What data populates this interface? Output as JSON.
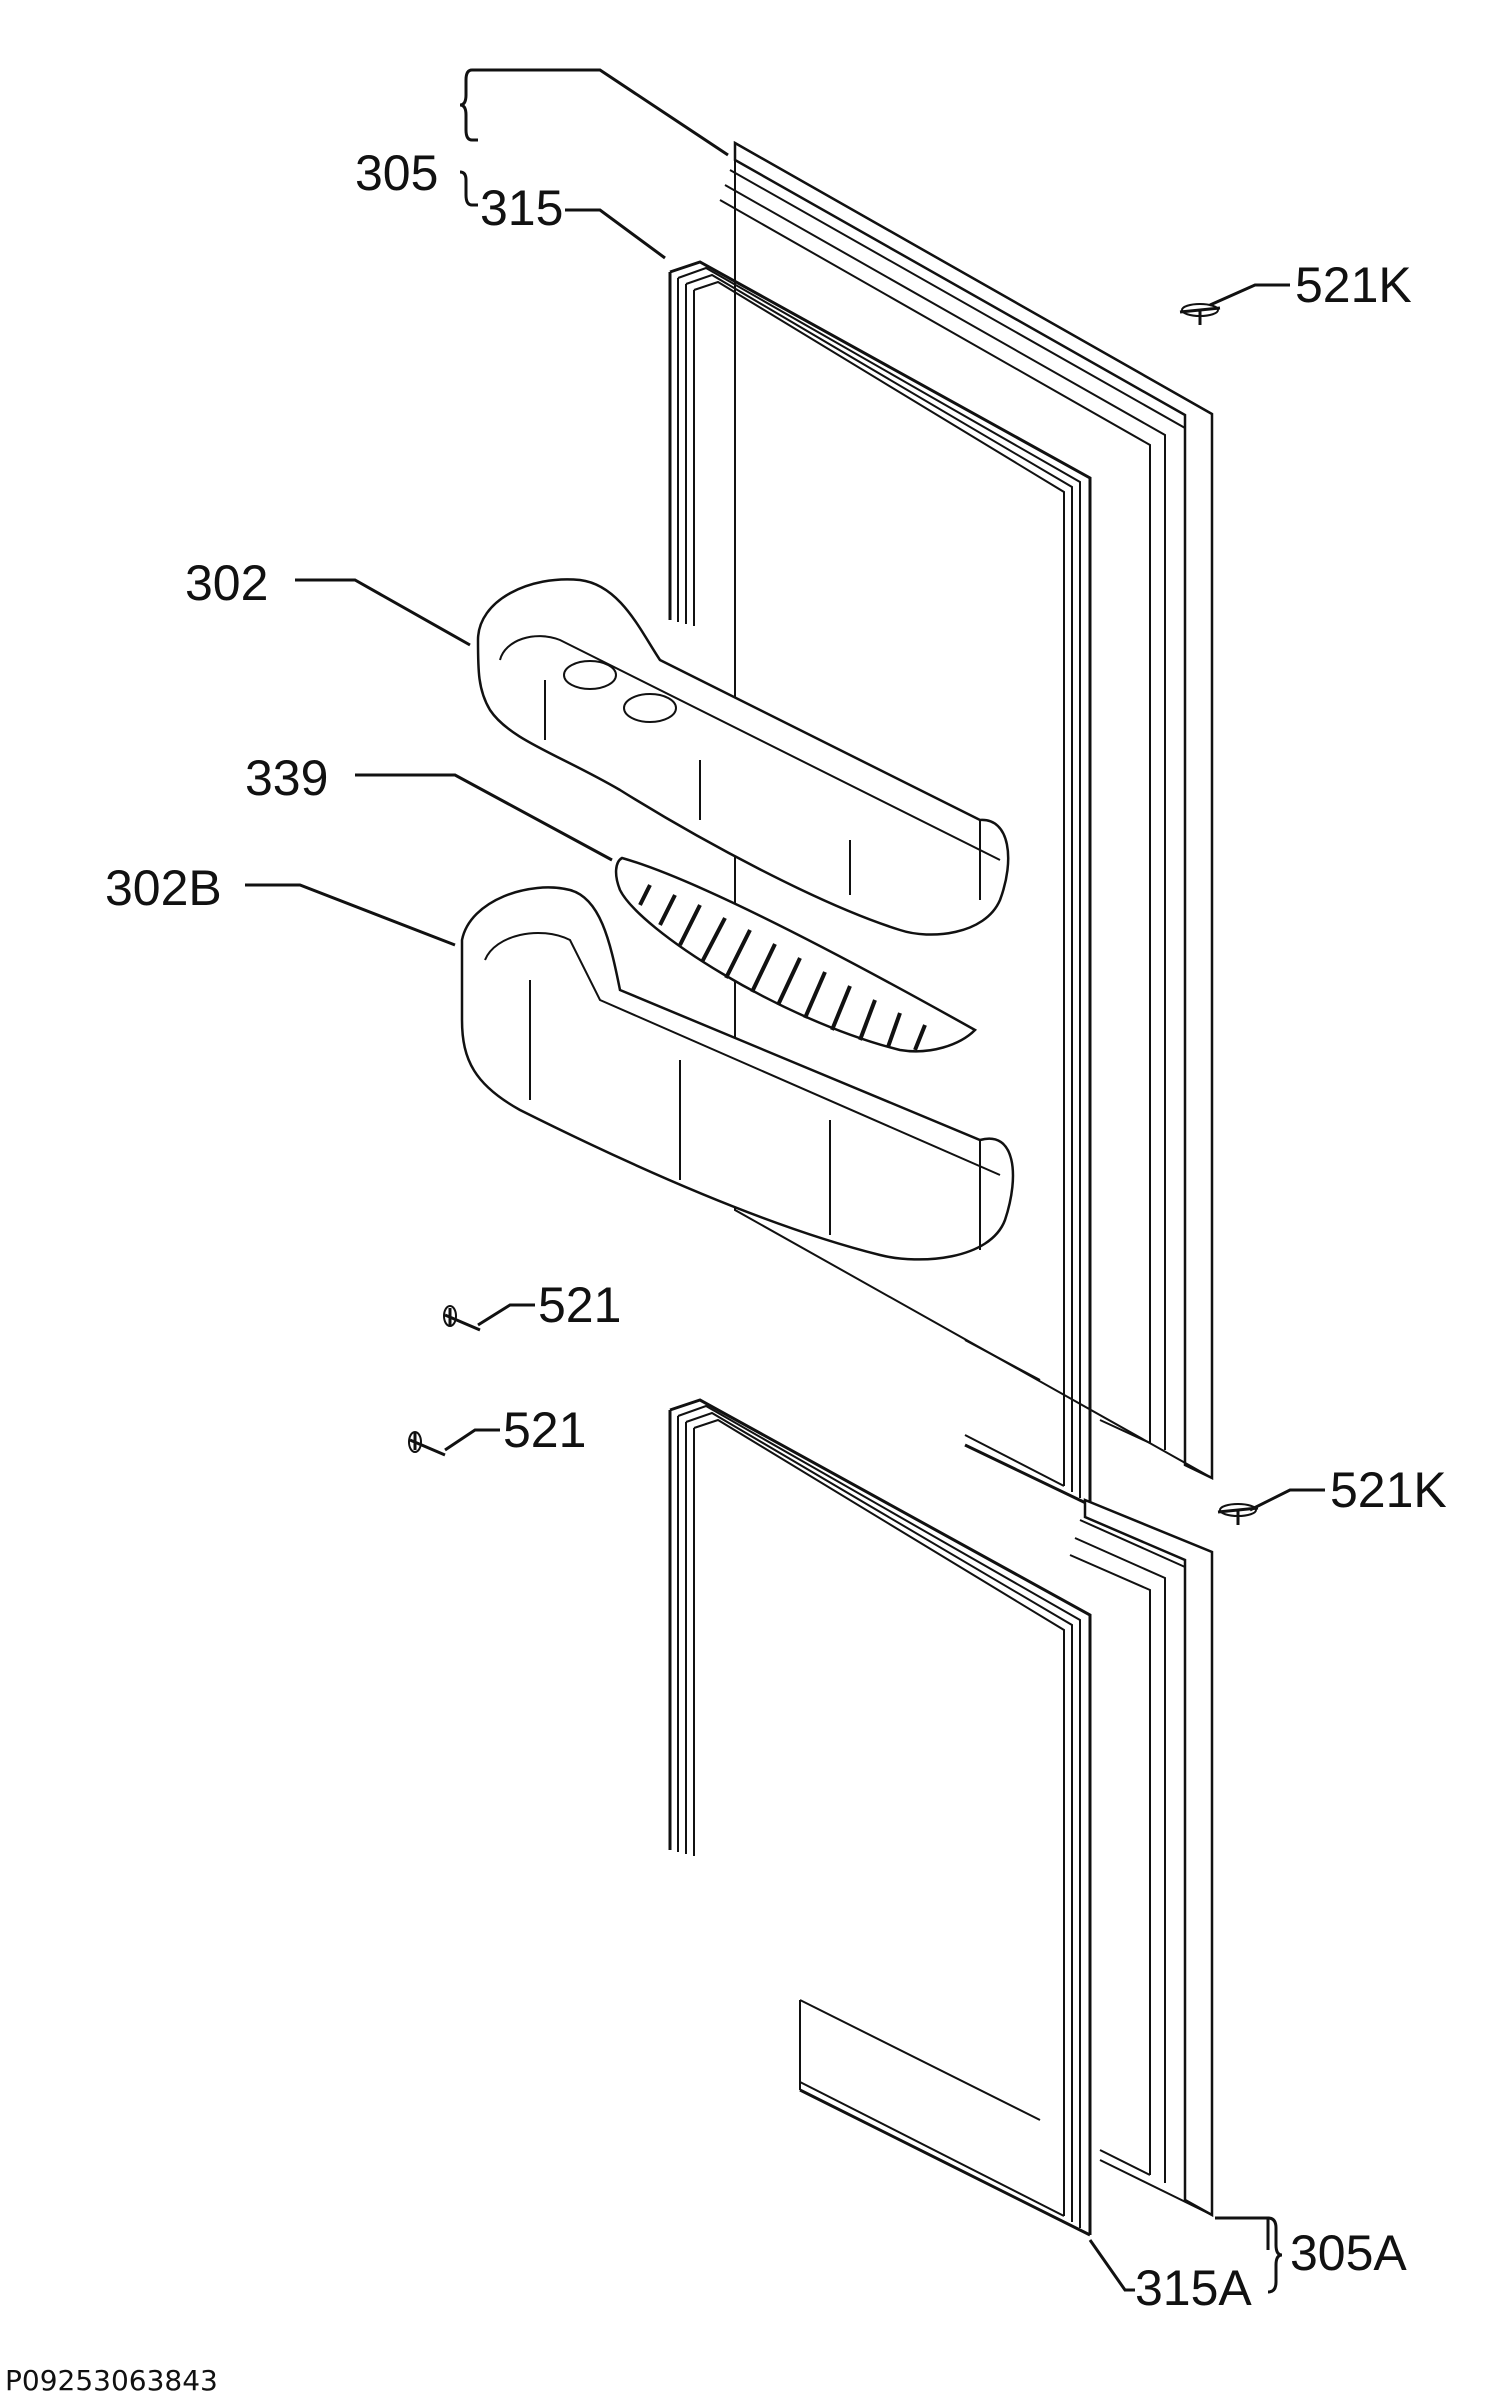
{
  "labels": {
    "door_upper": "305",
    "gasket_upper": "315",
    "screw_cap_upper": "521K",
    "balcony_upper": "302",
    "insert": "339",
    "balcony_lower": "302B",
    "screw_1": "521",
    "screw_2": "521",
    "screw_cap_lower": "521K",
    "door_lower": "305A",
    "gasket_lower": "315A"
  },
  "drawing_code": "P09253063843",
  "colors": {
    "ink": "#111111",
    "paper": "#ffffff"
  }
}
